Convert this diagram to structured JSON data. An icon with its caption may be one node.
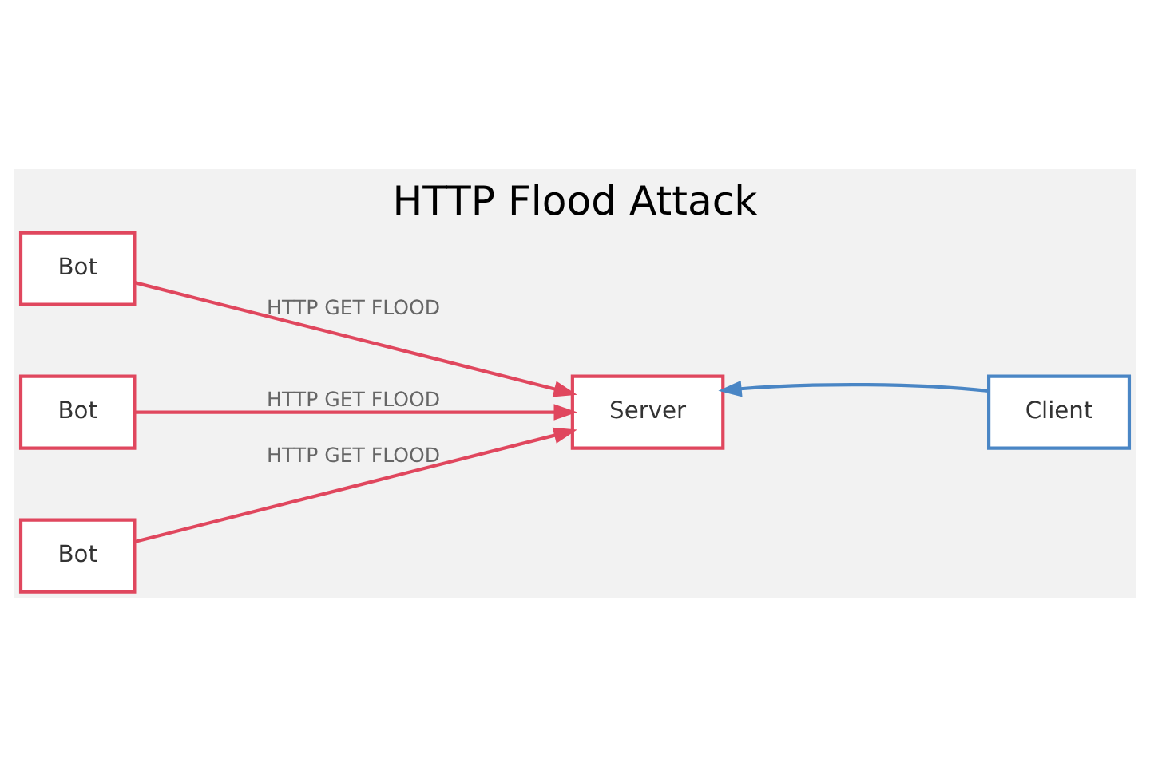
{
  "diagram": {
    "title": "HTTP Flood Attack",
    "nodes": [
      {
        "text": [
          "Bot"
        ]
      },
      {
        "text": [
          "Bot"
        ]
      },
      {
        "text": [
          "Bot"
        ]
      },
      {
        "text": [
          "Server"
        ]
      },
      {
        "text": [
          "Client"
        ]
      }
    ],
    "edges": [
      {
        "from": 0,
        "to": 3,
        "arrow": "to",
        "label": "HTTP GET FLOOD"
      },
      {
        "from": 1,
        "to": 3,
        "arrow": "to",
        "label": "HTTP GET FLOOD"
      },
      {
        "from": 2,
        "to": 3,
        "arrow": "to",
        "label": "HTTP GET FLOOD"
      },
      {
        "from": 4,
        "to": 3,
        "arrow": "to",
        "color": "#4a86c5"
      }
    ]
  }
}
